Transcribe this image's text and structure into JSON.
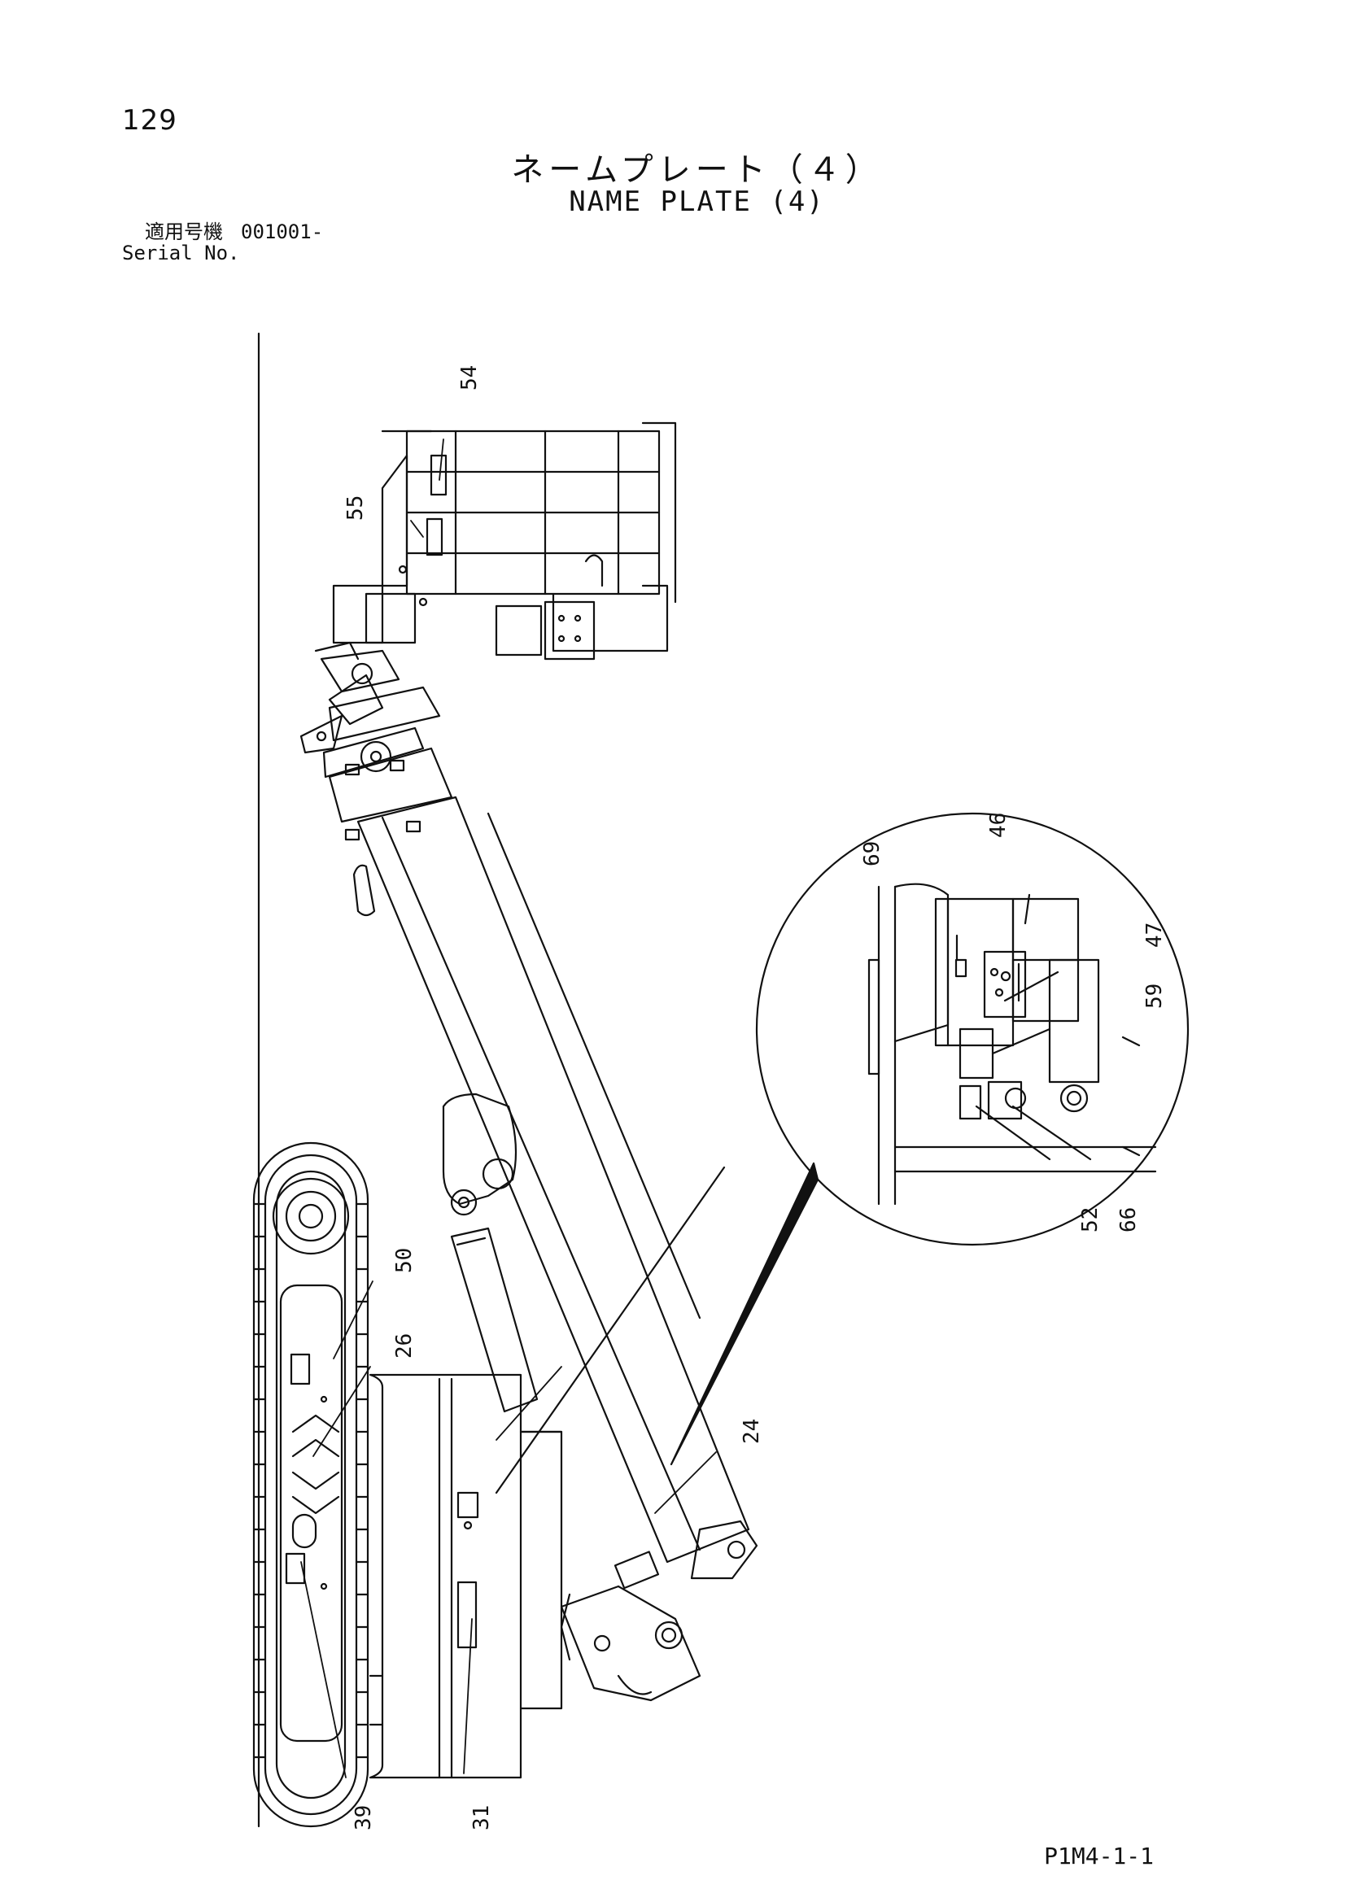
{
  "page": {
    "number": "129",
    "title_jp": "ネームプレート（４）",
    "title_en": "NAME PLATE (4)",
    "serial_label_jp": "適用号機",
    "serial_number": "001001-",
    "serial_label_en": "Serial No.",
    "doc_code": "P1M4-1-1"
  },
  "callouts": {
    "c54": "54",
    "c55": "55",
    "c46": "46",
    "c69": "69",
    "c47": "47",
    "c59": "59",
    "c52": "52",
    "c66": "66",
    "c50": "50",
    "c26": "26",
    "c24": "24",
    "c39": "39",
    "c31": "31"
  }
}
